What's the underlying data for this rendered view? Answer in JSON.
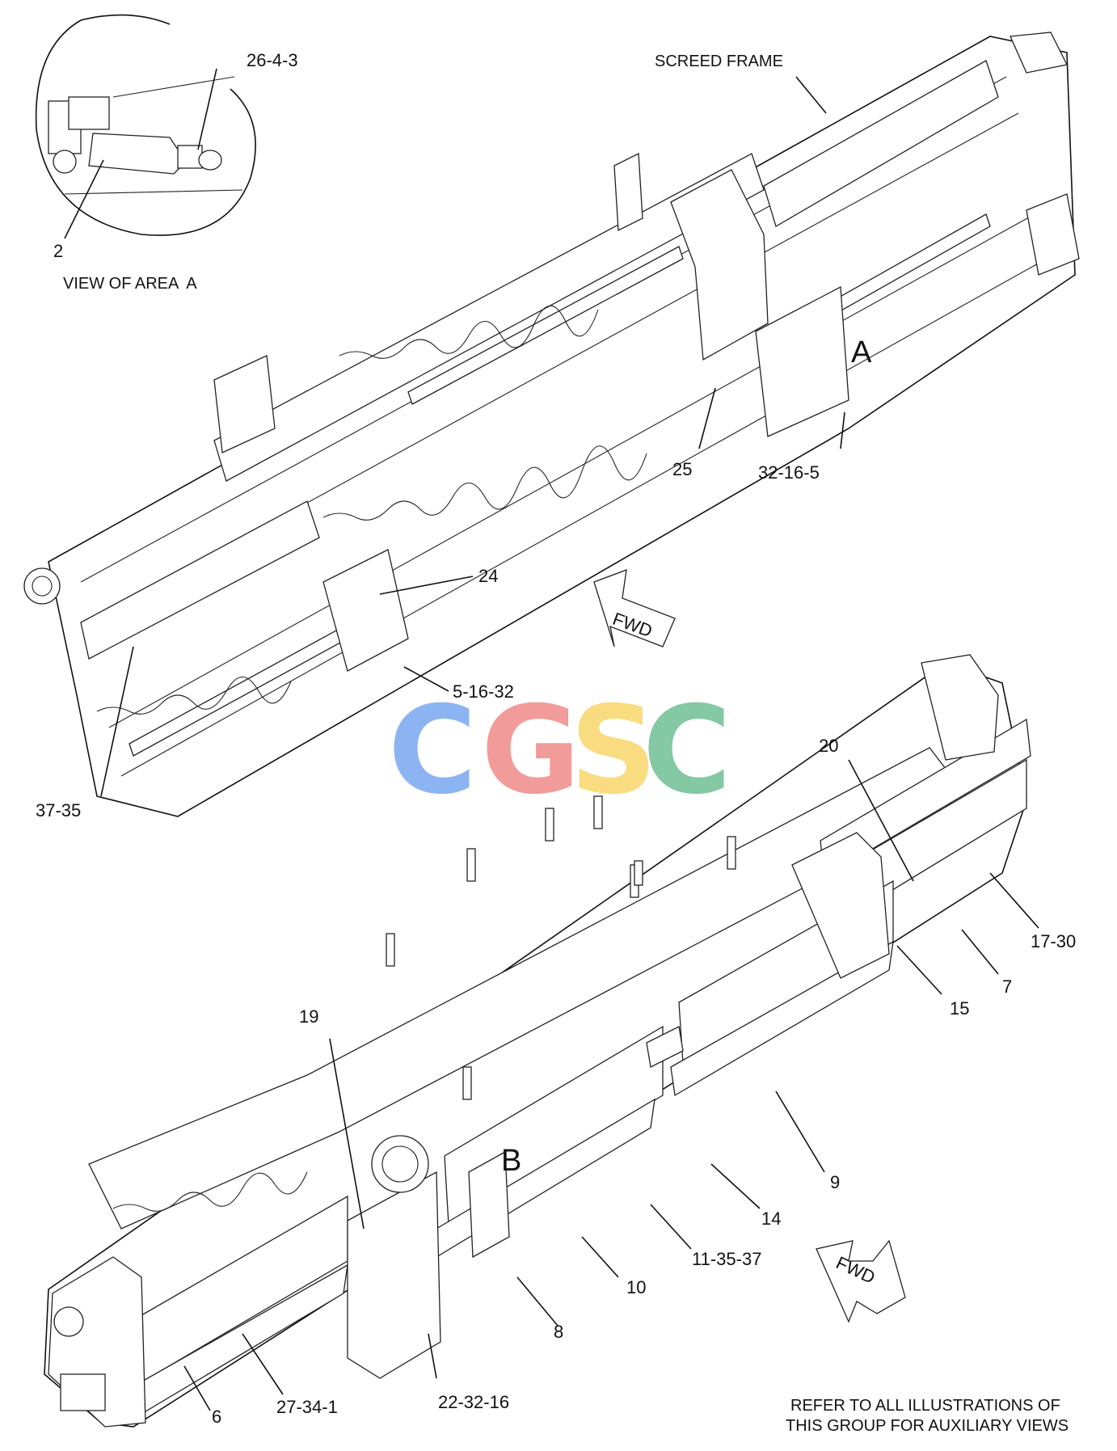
{
  "labels": {
    "callout_26_4_3": "26-4-3",
    "callout_2": "2",
    "view_title": "VIEW OF AREA  A",
    "screed_frame": "SCREED FRAME",
    "area_a": "A",
    "callout_25": "25",
    "callout_32_16_5": "32-16-5",
    "callout_24": "24",
    "fwd_top": "FWD",
    "callout_5_16_32": "5-16-32",
    "callout_37_35": "37-35",
    "callout_20": "20",
    "callout_17_30": "17-30",
    "callout_7": "7",
    "callout_15": "15",
    "callout_19": "19",
    "area_b": "B",
    "callout_9": "9",
    "callout_14": "14",
    "callout_11_35_37": "11-35-37",
    "callout_10": "10",
    "fwd_bottom": "FWD",
    "callout_8": "8",
    "callout_6": "6",
    "callout_27_34_1": "27-34-1",
    "callout_22_32_16": "22-32-16",
    "refer_note_line1": "REFER TO ALL ILLUSTRATIONS OF",
    "refer_note_line2": "THIS GROUP FOR AUXILIARY VIEWS"
  },
  "watermark": {
    "letters": [
      "C",
      "G",
      "S",
      "C"
    ],
    "colors": [
      "#7aa7f0",
      "#f08a8a",
      "#f8d66a",
      "#6fbf95"
    ]
  }
}
